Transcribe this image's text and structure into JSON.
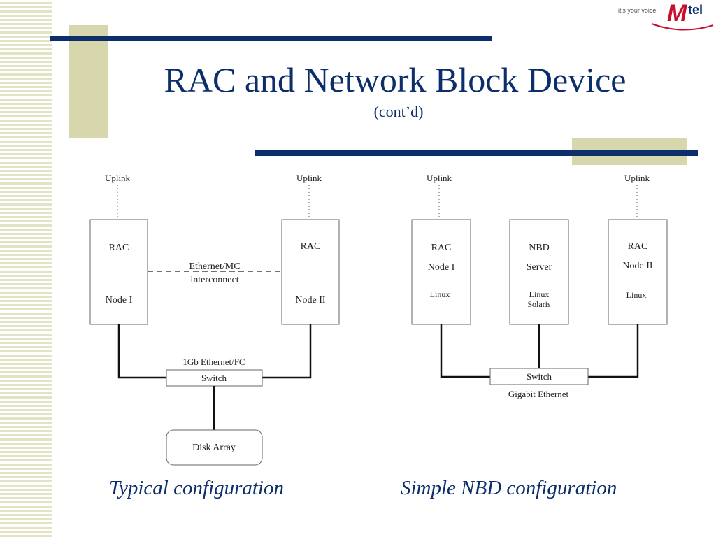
{
  "header": {
    "title": "RAC and Network Block Device",
    "subtitle": "(cont’d)"
  },
  "logo": {
    "tagline": "it’s your voice.",
    "mark": "M",
    "wordmark": "tel",
    "color": "#c8102e"
  },
  "colors": {
    "navy": "#0c2f6b",
    "tan": "#d8d6ad",
    "stripe": "#e3e3c3"
  },
  "typical": {
    "caption": "Typical configuration",
    "uplink_left": "Uplink",
    "uplink_right": "Uplink",
    "node1": {
      "line1": "RAC",
      "line2": "Node I"
    },
    "node2": {
      "line1": "RAC",
      "line2": "Node II"
    },
    "interconnect": {
      "line1": "Ethernet/MC",
      "line2": "interconnect"
    },
    "switch_top_label": "1Gb Ethernet/FC",
    "switch_label": "Switch",
    "disk_label": "Disk Array"
  },
  "nbd": {
    "caption": "Simple NBD configuration",
    "uplink_left": "Uplink",
    "uplink_right": "Uplink",
    "node1": {
      "line1": "RAC",
      "line2": "Node I",
      "os": "Linux"
    },
    "server": {
      "line1": "NBD",
      "line2": "Server",
      "os1": "Linux",
      "os2": "Solaris"
    },
    "node2": {
      "line1": "RAC",
      "line2": "Node II",
      "os": "Linux"
    },
    "switch_label": "Switch",
    "switch_bottom_label": "Gigabit Ethernet"
  }
}
